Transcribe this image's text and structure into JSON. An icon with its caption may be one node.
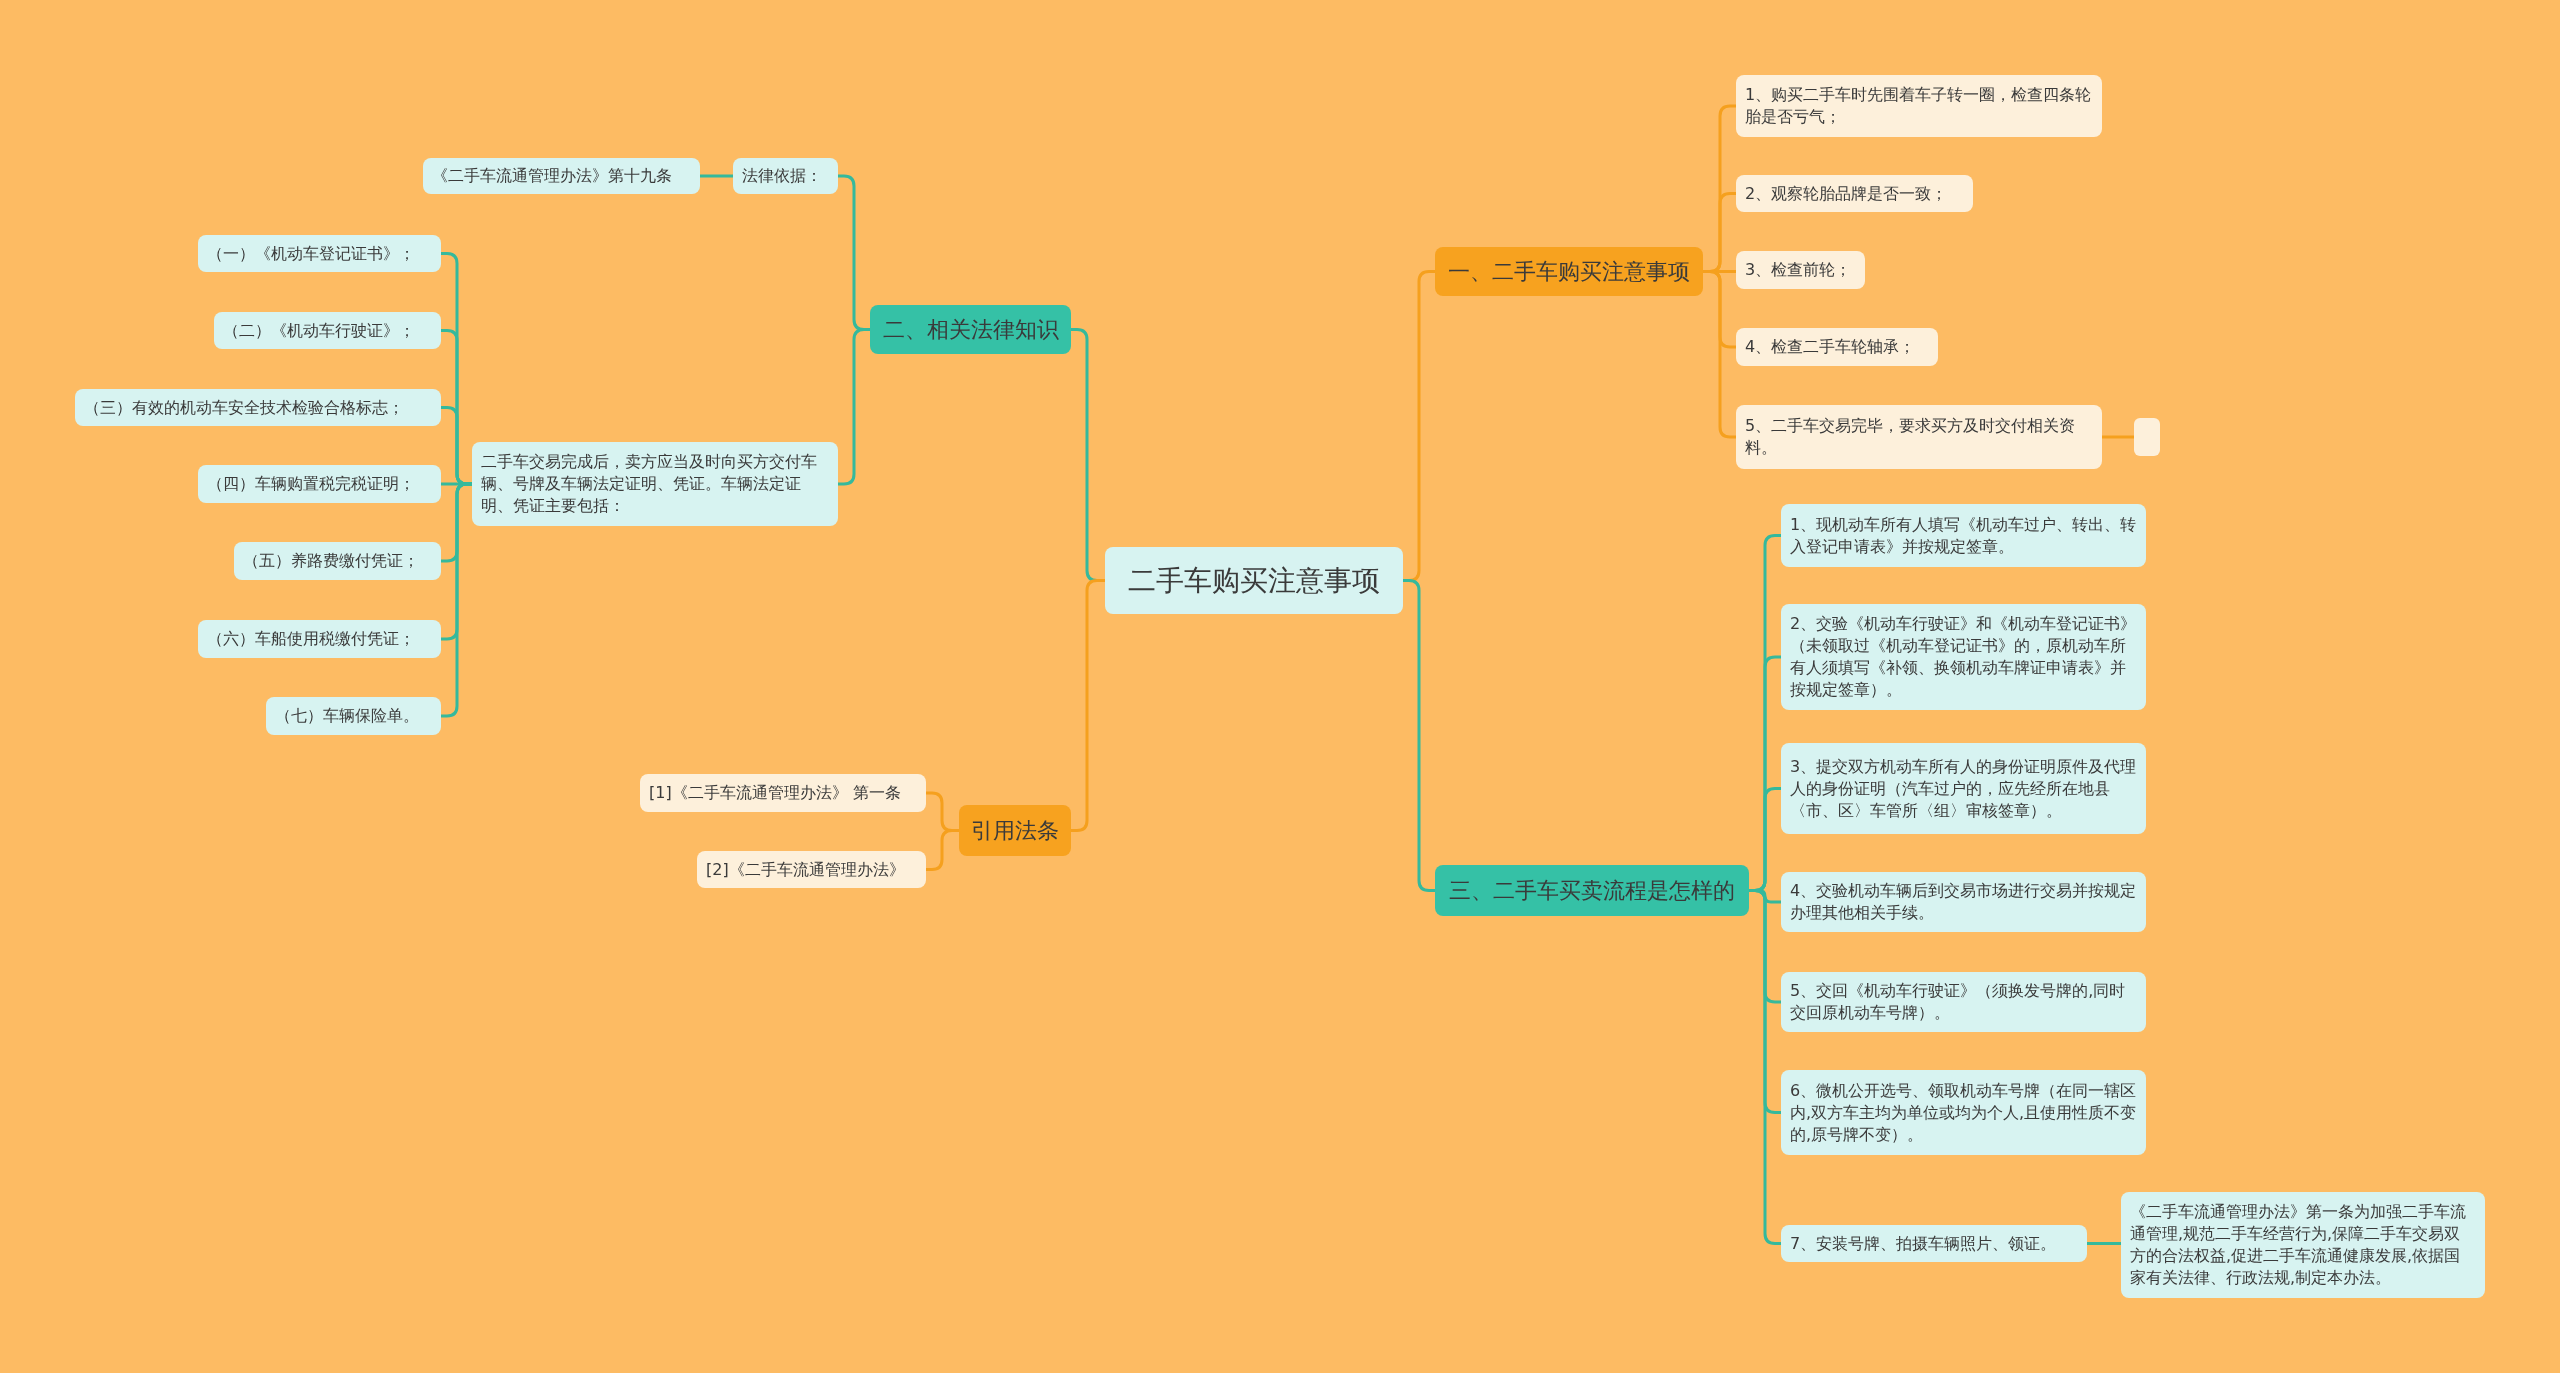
{
  "diagram": {
    "nodes": [
      {
        "text": [
          "二手车购买注意事项"
        ]
      },
      {
        "text": [
          "一、二手车购买注意事项"
        ]
      },
      {
        "text": [
          "1、购买二手车时先围着车子转一圈，检查四条轮胎是否亏气；"
        ]
      },
      {
        "text": [
          "2、观察轮胎品牌是否一致；"
        ]
      },
      {
        "text": [
          "3、检查前轮；"
        ]
      },
      {
        "text": [
          "4、检查二手车轮轴承；"
        ]
      },
      {
        "text": [
          "5、二手车交易完毕，要求买方及时交付相关资料。"
        ]
      },
      {
        "text": [],
        "shape": "box"
      },
      {
        "text": [
          "二、相关法律知识"
        ]
      },
      {
        "text": [
          "法律依据："
        ]
      },
      {
        "text": [
          "《二手车流通管理办法》第十九条"
        ]
      },
      {
        "text": [
          "二手车交易完成后，卖方应当及时向买方交付车辆、号牌及车辆法定证明、凭证。车辆法定证明、凭证主要包括："
        ]
      },
      {
        "text": [
          "（一）《机动车登记证书》；"
        ]
      },
      {
        "text": [
          "（二）《机动车行驶证》；"
        ]
      },
      {
        "text": [
          "（三）有效的机动车安全技术检验合格标志；"
        ]
      },
      {
        "text": [
          "（四）车辆购置税完税证明；"
        ]
      },
      {
        "text": [
          "（五）养路费缴付凭证；"
        ]
      },
      {
        "text": [
          "（六）车船使用税缴付凭证；"
        ]
      },
      {
        "text": [
          "（七）车辆保险单。"
        ]
      },
      {
        "text": [
          "引用法条"
        ]
      },
      {
        "text": [
          "[1]《二手车流通管理办法》 第一条"
        ]
      },
      {
        "text": [
          "[2]《二手车流通管理办法》"
        ]
      },
      {
        "text": [
          "三、二手车买卖流程是怎样的"
        ]
      },
      {
        "text": [
          "1、现机动车所有人填写《机动车过户、转出、转入登记申请表》并按规定签章。"
        ]
      },
      {
        "text": [
          "2、交验《机动车行驶证》和《机动车登记证书》（未领取过《机动车登记证书》的，原机动车所有人须填写《补领、换领机动车牌证申请表》并按规定签章）。"
        ]
      },
      {
        "text": [
          "3、提交双方机动车所有人的身份证明原件及代理人的身份证明（汽车过户的，应先经所在地县〈市、区〉车管所〈组〉审核签章）。"
        ]
      },
      {
        "text": [
          "4、交验机动车辆后到交易市场进行交易并按规定办理其他相关手续。"
        ]
      },
      {
        "text": [
          "5、交回《机动车行驶证》（须换发号牌的,同时交回原机动车号牌）。"
        ]
      },
      {
        "text": [
          "6、微机公开选号、领取机动车号牌（在同一辖区内,双方车主均为单位或均为个人,且使用性质不变的,原号牌不变）。"
        ]
      },
      {
        "text": [
          "7、安装号牌、拍摄车辆照片、领证。"
        ]
      },
      {
        "text": [
          "《二手车流通管理办法》第一条为加强二手车流通管理,规范二手车经营行为,保障二手车交易双方的合法权益,促进二手车流通健康发展,依据国家有关法律、行政法规,制定本办法。"
        ]
      }
    ],
    "edges": [
      {
        "from": 0,
        "to": 1,
        "arrow": "none",
        "color": "#f5a01e"
      },
      {
        "from": 1,
        "to": 2,
        "arrow": "none",
        "color": "#f5a01e"
      },
      {
        "from": 1,
        "to": 3,
        "arrow": "none",
        "color": "#f5a01e"
      },
      {
        "from": 1,
        "to": 4,
        "arrow": "none",
        "color": "#f5a01e"
      },
      {
        "from": 1,
        "to": 5,
        "arrow": "none",
        "color": "#f5a01e"
      },
      {
        "from": 1,
        "to": 6,
        "arrow": "none",
        "color": "#f5a01e"
      },
      {
        "from": 6,
        "to": 7,
        "arrow": "none",
        "color": "#f5a01e"
      },
      {
        "from": 0,
        "to": 8,
        "arrow": "none"
      },
      {
        "from": 8,
        "to": 9,
        "arrow": "none"
      },
      {
        "from": 9,
        "to": 10,
        "arrow": "none"
      },
      {
        "from": 8,
        "to": 11,
        "arrow": "none"
      },
      {
        "from": 11,
        "to": 12,
        "arrow": "none"
      },
      {
        "from": 11,
        "to": 13,
        "arrow": "none"
      },
      {
        "from": 11,
        "to": 14,
        "arrow": "none"
      },
      {
        "from": 11,
        "to": 15,
        "arrow": "none"
      },
      {
        "from": 11,
        "to": 16,
        "arrow": "none"
      },
      {
        "from": 11,
        "to": 17,
        "arrow": "none"
      },
      {
        "from": 11,
        "to": 18,
        "arrow": "none"
      },
      {
        "from": 0,
        "to": 19,
        "arrow": "none",
        "color": "#f5a01e"
      },
      {
        "from": 19,
        "to": 20,
        "arrow": "none",
        "color": "#f5a01e"
      },
      {
        "from": 19,
        "to": 21,
        "arrow": "none",
        "color": "#f5a01e"
      },
      {
        "from": 0,
        "to": 22,
        "arrow": "none"
      },
      {
        "from": 22,
        "to": 23,
        "arrow": "none"
      },
      {
        "from": 22,
        "to": 24,
        "arrow": "none"
      },
      {
        "from": 22,
        "to": 25,
        "arrow": "none"
      },
      {
        "from": 22,
        "to": 26,
        "arrow": "none"
      },
      {
        "from": 22,
        "to": 27,
        "arrow": "none"
      },
      {
        "from": 22,
        "to": 28,
        "arrow": "none"
      },
      {
        "from": 22,
        "to": 29,
        "arrow": "none"
      },
      {
        "from": 29,
        "to": 30,
        "arrow": "none"
      }
    ]
  }
}
